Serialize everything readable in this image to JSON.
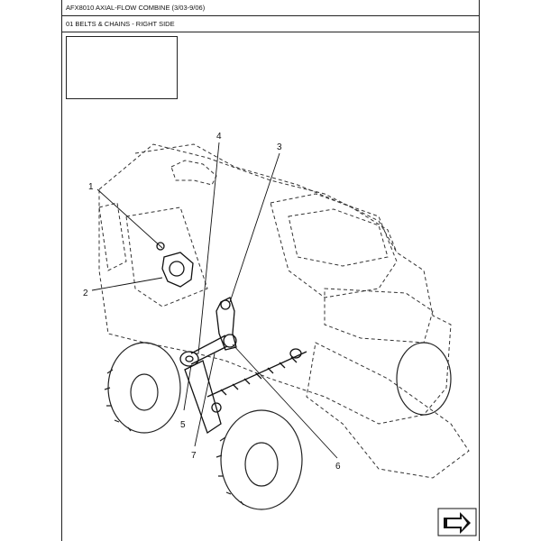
{
  "header": {
    "title": "AFX8010 AXIAL-FLOW COMBINE (3/03-9/06)",
    "section": "01 BELTS & CHAINS - RIGHT SIDE"
  },
  "callouts": [
    {
      "id": "1",
      "label": "1"
    },
    {
      "id": "2",
      "label": "2"
    },
    {
      "id": "3",
      "label": "3"
    },
    {
      "id": "4",
      "label": "4"
    },
    {
      "id": "5",
      "label": "5"
    },
    {
      "id": "6",
      "label": "6"
    },
    {
      "id": "7",
      "label": "7"
    }
  ],
  "icons": {
    "nav": "next-page-arrow-icon"
  }
}
